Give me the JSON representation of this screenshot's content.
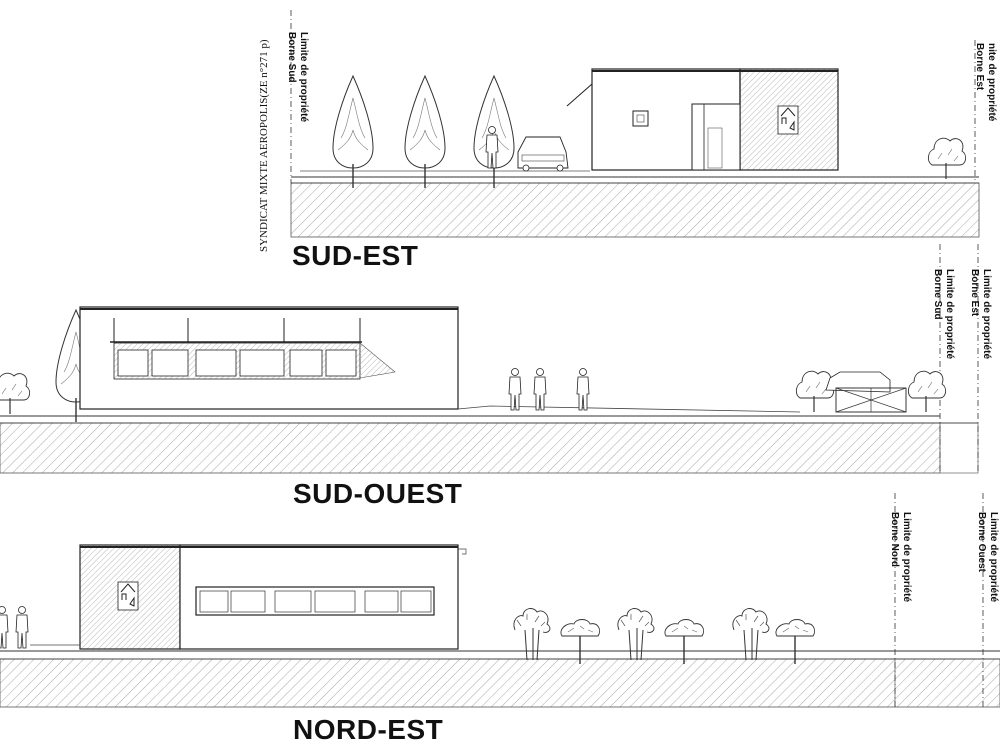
{
  "elevations": [
    {
      "title": "SUD-EST",
      "neighbor_label": "SYNDICAT MIXTE AEROPOLIS(ZE n°271 p)",
      "left_boundary": {
        "line1": "Limite de propriété",
        "line2": "Borne Sud"
      },
      "right_boundary": {
        "line1": "nite de propriété",
        "line2": "Borne Est"
      }
    },
    {
      "title": "SUD-OUEST",
      "boundary_a": {
        "line1": "Limite de propriété",
        "line2": "Borne Sud"
      },
      "boundary_b": {
        "line1": "Limite de propriété",
        "line2": "Borne Est"
      }
    },
    {
      "title": "NORD-EST",
      "boundary_a": {
        "line1": "Limite de propriété",
        "line2": "Borne Nord"
      },
      "boundary_b": {
        "line1": "Limite de propriété",
        "line2": "Borne Ouest"
      }
    }
  ],
  "colors": {
    "line": "#222222",
    "hatch": "#9a9a9a",
    "wall_hatch": "#b5b5b5"
  }
}
